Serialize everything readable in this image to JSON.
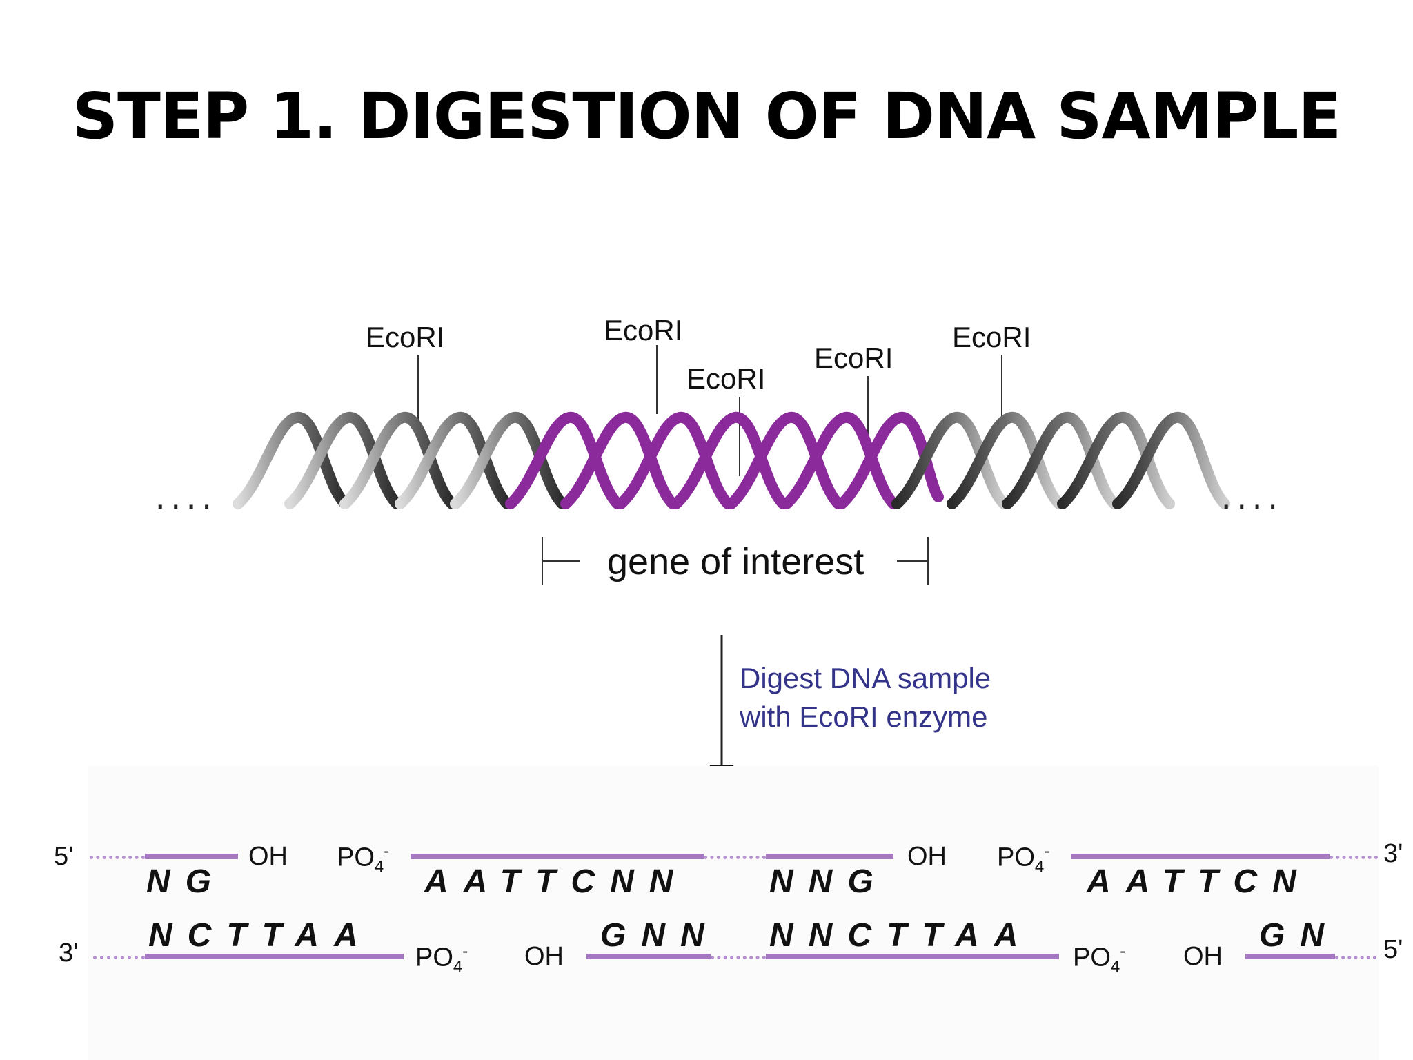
{
  "title": "STEP 1. DIGESTION OF DNA SAMPLE",
  "enzyme_labels": [
    "EcoRI",
    "EcoRI",
    "EcoRI",
    "EcoRI",
    "EcoRI"
  ],
  "ellipsis": "....",
  "gene_label": "gene of interest",
  "digest_note": [
    "Digest DNA sample",
    "with EcoRI enzyme"
  ],
  "ends": {
    "top_left": "5'",
    "top_right": "3'",
    "bottom_left": "3'",
    "bottom_right": "5'"
  },
  "groups": {
    "oh": "OH",
    "po4": "PO",
    "sub": "4",
    "sup": "-"
  },
  "top_sequences": [
    "NG",
    "AATTCNN",
    "NNG",
    "AATTCN"
  ],
  "bottom_sequences": [
    "NCTTAA",
    "GNN",
    "NNCTTAA",
    "GN"
  ],
  "colors": {
    "purple": "#8b2a9a",
    "strand": "#a579c2",
    "note": "#33338a"
  },
  "icons": [
    "dna-helix-icon",
    "down-arrow-icon"
  ]
}
